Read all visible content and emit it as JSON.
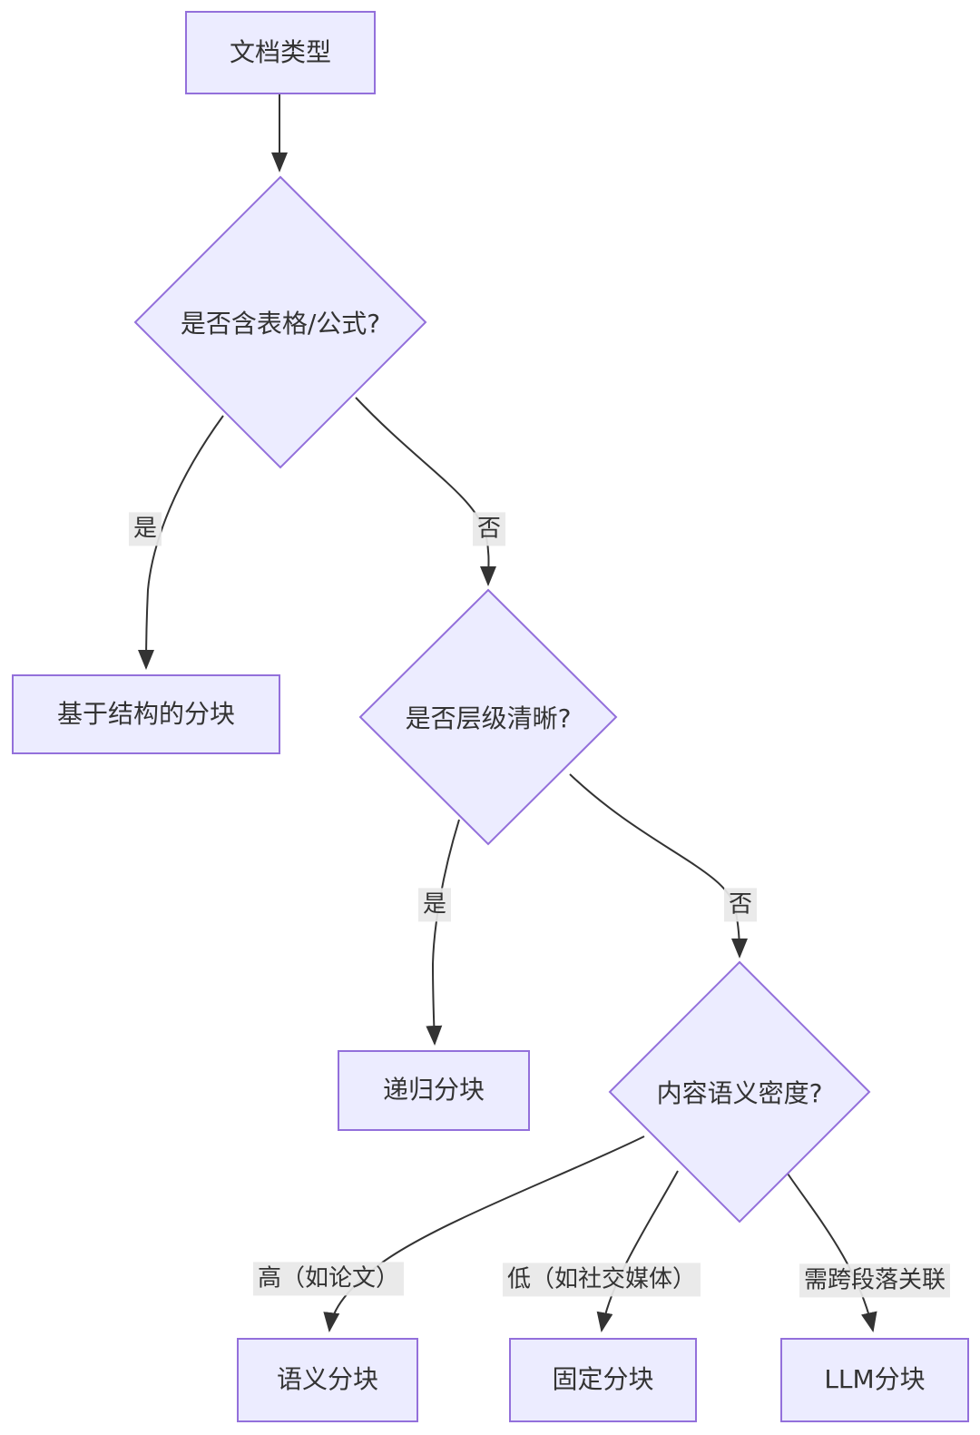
{
  "diagram": {
    "type": "flowchart",
    "direction": "top-down",
    "colors": {
      "node_fill": "#ECECFF",
      "node_border": "#9370DB",
      "edge_stroke": "#333333",
      "edge_label_background": "#e8e8e8",
      "text": "#333333",
      "background": "#ffffff"
    },
    "nodes": {
      "doc_type": {
        "label": "文档类型",
        "shape": "rectangle"
      },
      "has_table_formula": {
        "label": "是否含表格/公式?",
        "shape": "diamond"
      },
      "structure_based_chunking": {
        "label": "基于结构的分块",
        "shape": "rectangle"
      },
      "hierarchy_clear": {
        "label": "是否层级清晰?",
        "shape": "diamond"
      },
      "recursive_chunking": {
        "label": "递归分块",
        "shape": "rectangle"
      },
      "semantic_density": {
        "label": "内容语义密度?",
        "shape": "diamond"
      },
      "semantic_chunking": {
        "label": "语义分块",
        "shape": "rectangle"
      },
      "fixed_chunking": {
        "label": "固定分块",
        "shape": "rectangle"
      },
      "llm_chunking": {
        "label": "LLM分块",
        "shape": "rectangle"
      }
    },
    "edges": [
      {
        "from": "doc_type",
        "to": "has_table_formula",
        "label": ""
      },
      {
        "from": "has_table_formula",
        "to": "structure_based_chunking",
        "label": "是"
      },
      {
        "from": "has_table_formula",
        "to": "hierarchy_clear",
        "label": "否"
      },
      {
        "from": "hierarchy_clear",
        "to": "recursive_chunking",
        "label": "是"
      },
      {
        "from": "hierarchy_clear",
        "to": "semantic_density",
        "label": "否"
      },
      {
        "from": "semantic_density",
        "to": "semantic_chunking",
        "label": "高（如论文）"
      },
      {
        "from": "semantic_density",
        "to": "fixed_chunking",
        "label": "低（如社交媒体）"
      },
      {
        "from": "semantic_density",
        "to": "llm_chunking",
        "label": "需跨段落关联"
      }
    ]
  }
}
